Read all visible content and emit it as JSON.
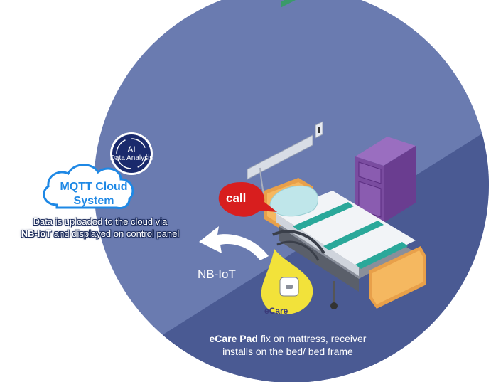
{
  "ai": {
    "line1": "AI",
    "line2": "Data Analysis"
  },
  "mqtt": {
    "line1": "MQTT Cloud",
    "line2": "System"
  },
  "upload": {
    "line1": "Data is uploaded to the cloud via",
    "line2_bold": "NB-IoT",
    "line2_rest": " and displayed on control panel"
  },
  "nbiot": "NB-IoT",
  "call": "call",
  "ecare": "eCare",
  "caption": {
    "bold": "eCare Pad",
    "line1_rest": " fix on mattress, receiver",
    "line2": "installs on the bed/ bed frame"
  },
  "colors": {
    "circle": "#6a7bb0",
    "circle_dark": "#4a5a93",
    "cloud_text": "#1e88e5",
    "call_bubble": "#d81e1e",
    "ecare_bubble": "#f2e23a",
    "bed_frame": "#e8a04a",
    "cabinet": "#7a4ca0",
    "mattress_stripe": "#2aa89a"
  }
}
